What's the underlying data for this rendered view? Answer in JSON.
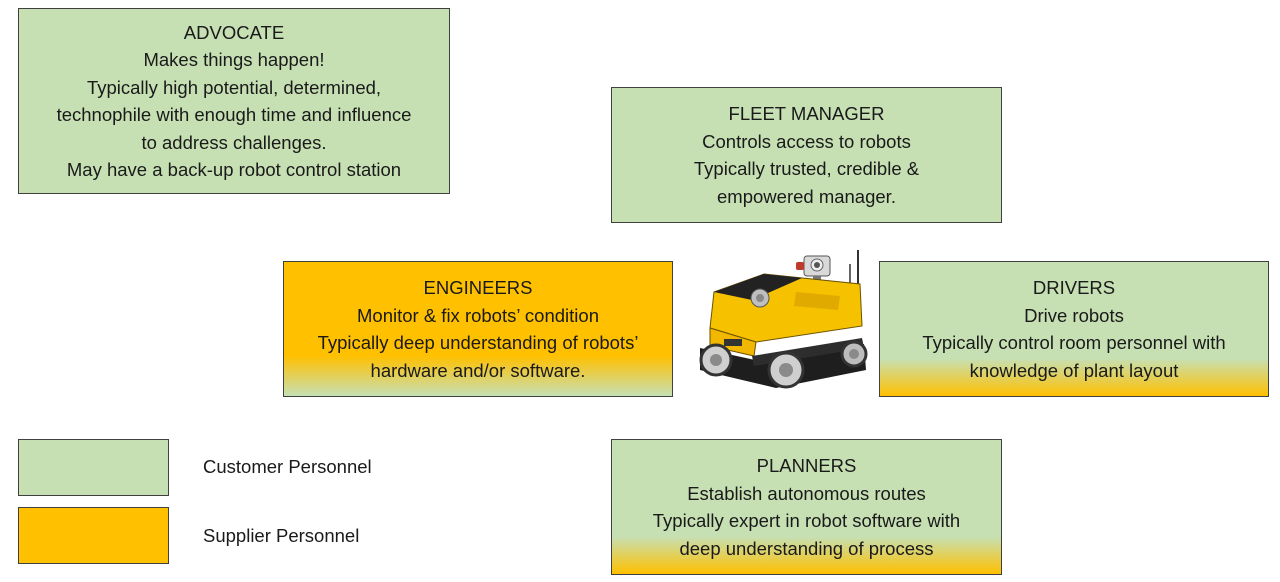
{
  "roles": {
    "advocate": {
      "lines": [
        "ADVOCATE",
        "Makes things happen!",
        "Typically high potential, determined,",
        "technophile with enough time and influence",
        "to address challenges.",
        "May have a back-up robot control station"
      ]
    },
    "fleet_manager": {
      "lines": [
        "FLEET MANAGER",
        "Controls access to robots",
        "Typically trusted, credible &",
        "empowered manager."
      ]
    },
    "engineers": {
      "lines": [
        "ENGINEERS",
        "Monitor & fix robots’ condition",
        "Typically deep understanding of robots’",
        "hardware and/or software."
      ]
    },
    "drivers": {
      "lines": [
        "DRIVERS",
        "Drive robots",
        "Typically control room personnel with",
        "knowledge of plant layout"
      ]
    },
    "planners": {
      "lines": [
        "PLANNERS",
        "Establish autonomous routes",
        "Typically expert in robot software with",
        "deep understanding of process"
      ]
    }
  },
  "legend": {
    "customer": {
      "label": "Customer Personnel",
      "color": "#c6e0b4"
    },
    "supplier": {
      "label": "Supplier Personnel",
      "color": "#ffc000"
    }
  },
  "image": {
    "icon": "tracked-robot-icon"
  }
}
